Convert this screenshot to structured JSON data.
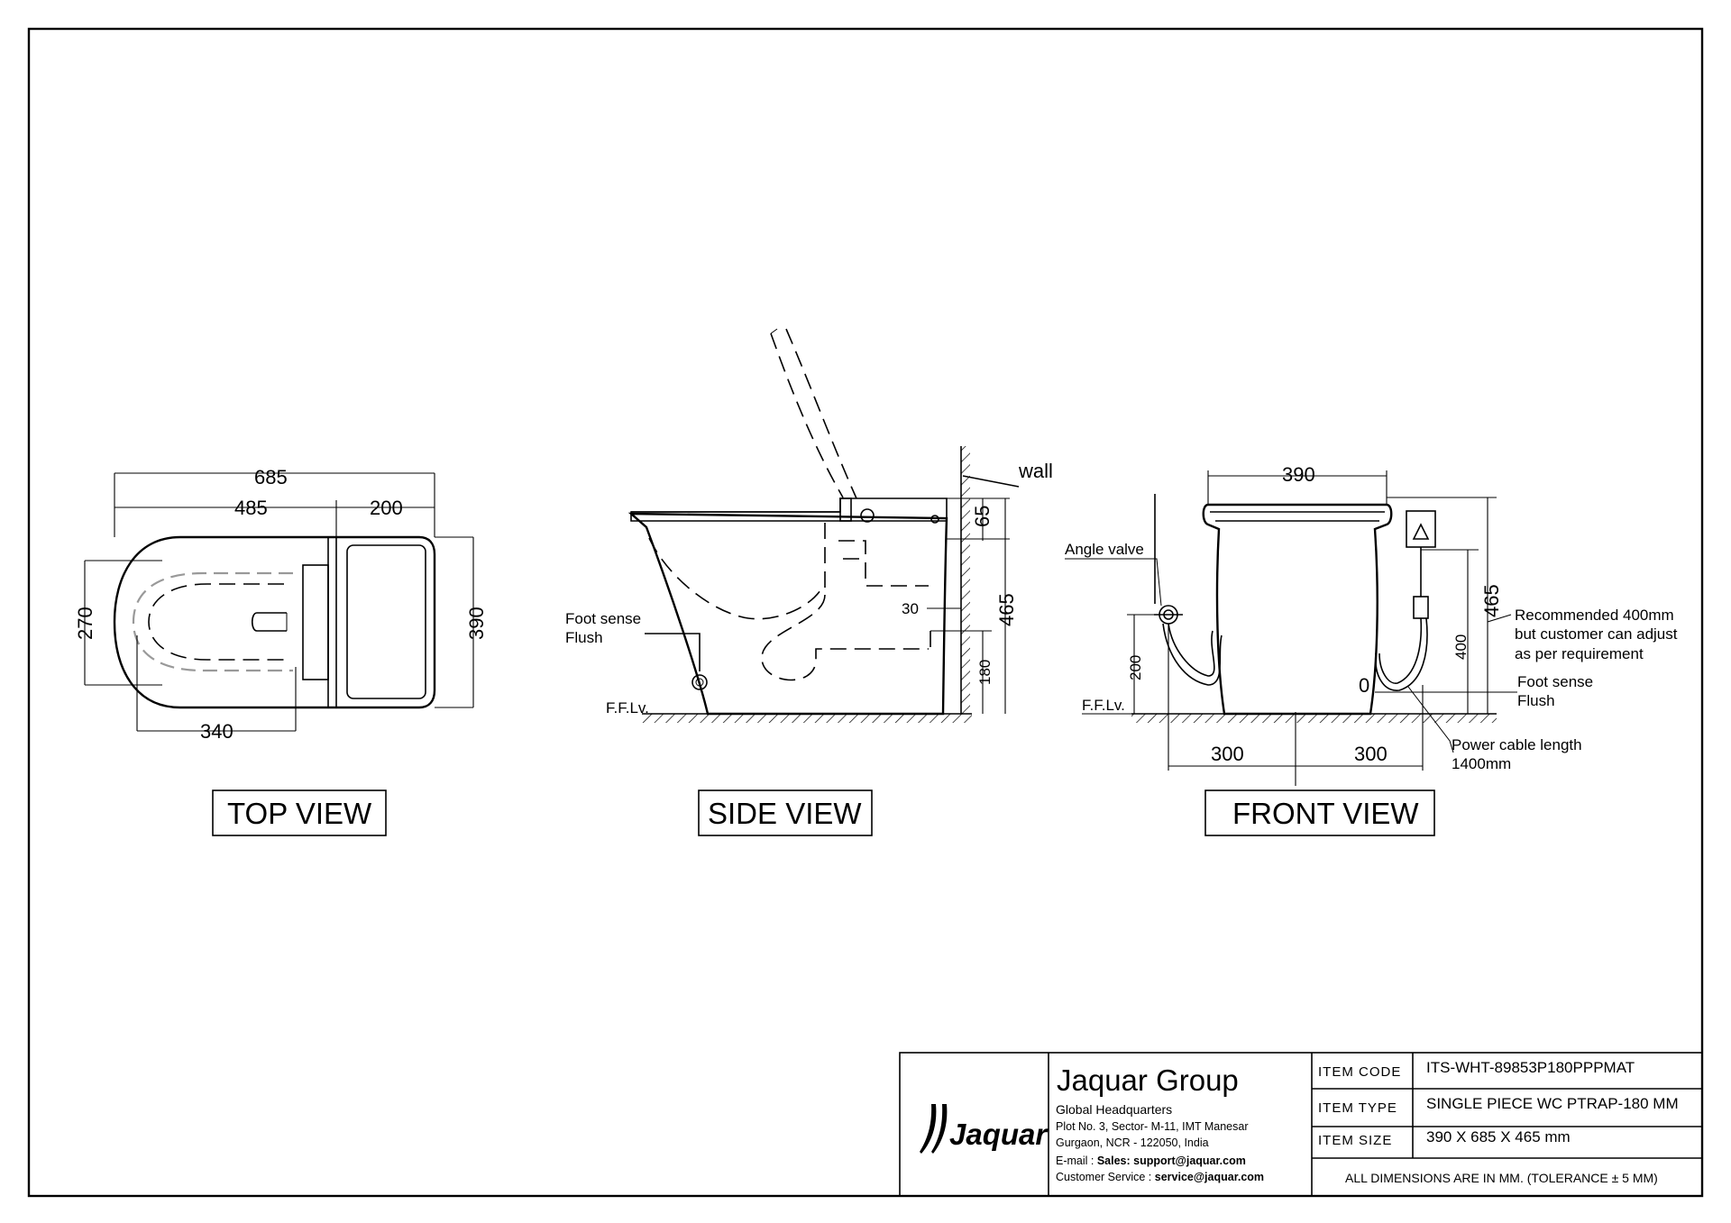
{
  "views": {
    "top": {
      "label": "TOP VIEW",
      "dims": {
        "overall_length": "685",
        "bowl_length": "485",
        "tank_length": "200",
        "bowl_width": "270",
        "overall_width": "390",
        "seat_length": "340"
      }
    },
    "side": {
      "label": "SIDE VIEW",
      "dims": {
        "lid_to_top": "65",
        "height": "465",
        "offset": "30",
        "outlet_height": "180"
      },
      "labels": {
        "wall": "wall",
        "foot_sense": "Foot sense",
        "flush": "Flush",
        "ffl": "F.F.Lv."
      }
    },
    "front": {
      "label": "FRONT VIEW",
      "dims": {
        "width": "390",
        "height": "465",
        "valve_height": "200",
        "socket_height": "400",
        "left_offset": "300",
        "right_offset": "300"
      },
      "labels": {
        "angle_valve": "Angle valve",
        "ffl": "F.F.Lv.",
        "recommended_1": "Recommended 400mm",
        "recommended_2": "but customer can  adjust",
        "recommended_3": "as per requirement",
        "foot_sense": "Foot sense",
        "flush": "Flush",
        "sensor_mark": "0",
        "power_1": "Power cable length",
        "power_2": "1400mm"
      }
    }
  },
  "title_block": {
    "logo_text": "Jaquar",
    "company": "Jaquar Group",
    "hq_title": "Global Headquarters",
    "address_1": "Plot No. 3, Sector- M-11, IMT Manesar",
    "address_2": "Gurgaon, NCR - 122050, India",
    "email_label": "E-mail : ",
    "email_value": "Sales: support@jaquar.com",
    "service_label": "Customer Service : ",
    "service_value": "service@jaquar.com",
    "item_code_label": "ITEM  CODE",
    "item_code": "ITS-WHT-89853P180PPPMAT",
    "item_type_label": "ITEM  TYPE",
    "item_type": "SINGLE PIECE WC PTRAP-180 MM",
    "item_size_label": "ITEM  SIZE",
    "item_size": "390 X 685 X 465 mm",
    "note": "ALL DIMENSIONS ARE IN MM. (TOLERANCE ± 5 MM)"
  }
}
